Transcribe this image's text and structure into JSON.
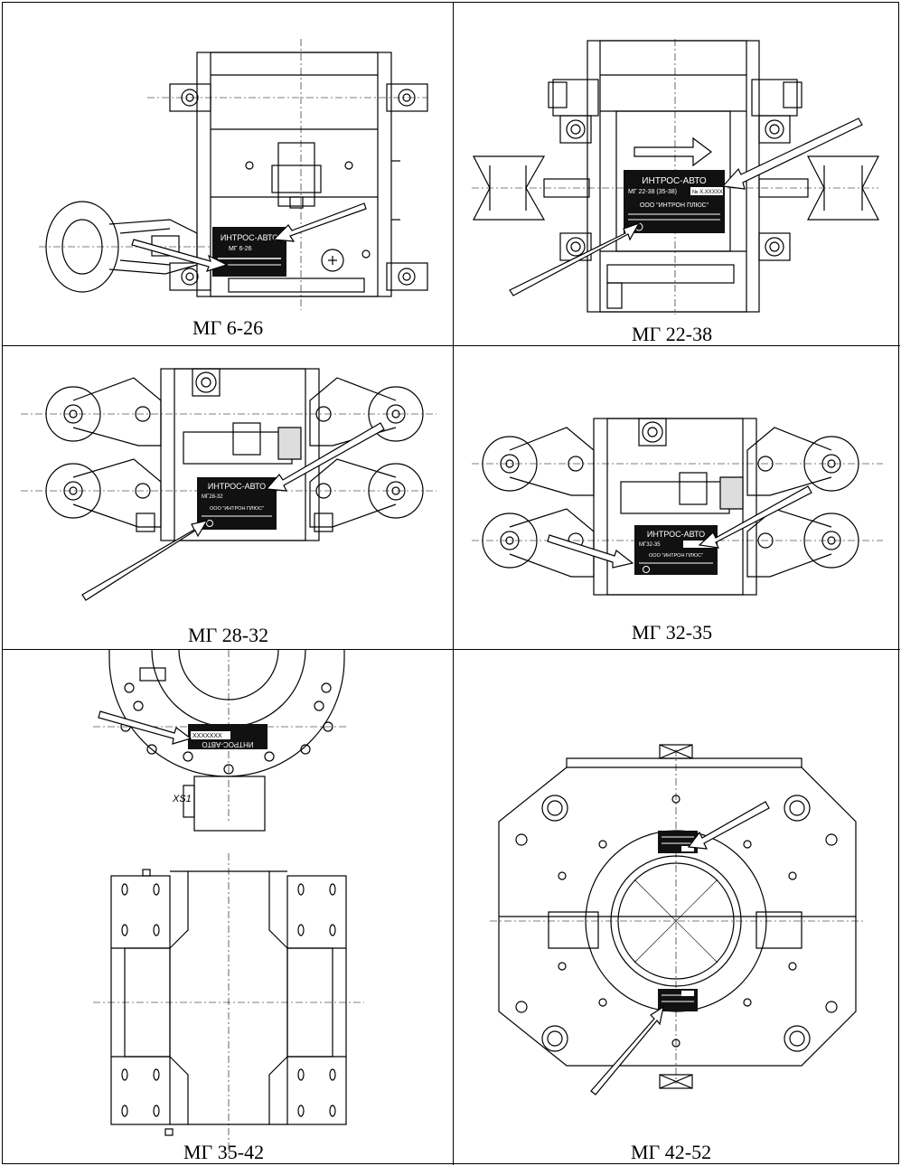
{
  "panels": [
    {
      "caption": "МГ 6-26",
      "plate_title": "ИНТРОС-АВТО",
      "plate_model": "МГ 6-26"
    },
    {
      "caption": "МГ 22-38",
      "plate_title": "ИНТРОС-АВТО",
      "plate_model": "МГ 22-38 (35-38)",
      "plate_serial": "№ X.XXXXX",
      "plate_maker": "ООО \"ИНТРОН ПЛЮС\""
    },
    {
      "caption": "МГ 28-32",
      "plate_title": "ИНТРОС-АВТО",
      "plate_model": "МГ28-32",
      "plate_maker": "ООО \"ИНТРОН ПЛЮС\""
    },
    {
      "caption": "МГ 32-35",
      "plate_title": "ИНТРОС-АВТО",
      "plate_model": "МГ32-35",
      "plate_maker": "ООО \"ИНТРОН ПЛЮС\""
    },
    {
      "caption": "МГ 35-42",
      "plate_title": "ИНТРОС-АВТО",
      "plate_serial": "XXXXXXX",
      "connector_label": "XS1"
    },
    {
      "caption": "МГ 42-52"
    }
  ],
  "colors": {
    "line": "#000000",
    "plate": "#111111",
    "arrow_fill": "#ffffff"
  }
}
